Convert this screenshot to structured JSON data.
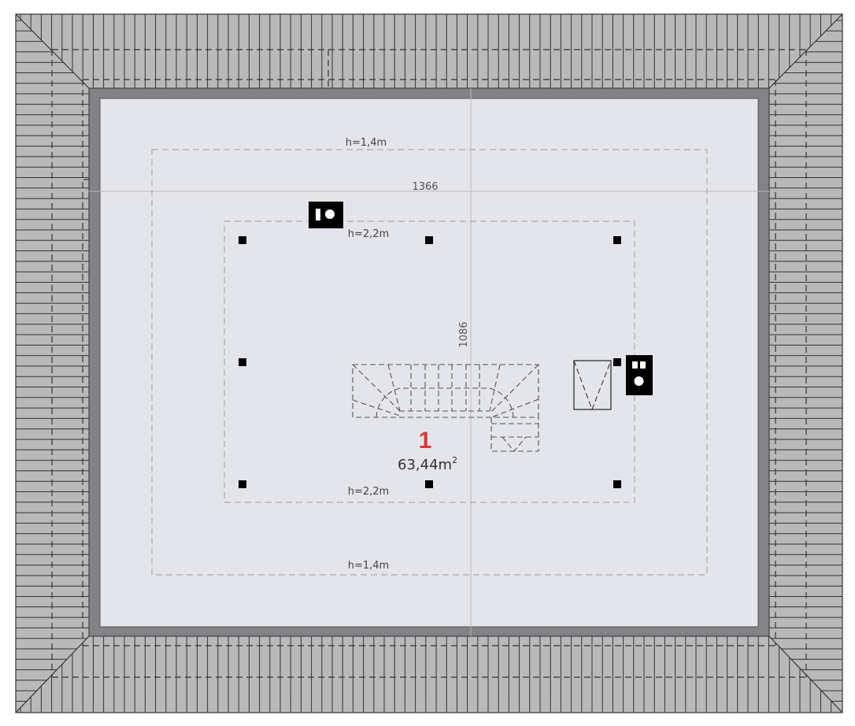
{
  "plan": {
    "dimension_width": "1366",
    "dimension_depth": "1086",
    "height_lines": {
      "outer_top": "h=1,4m",
      "outer_bottom": "h=1,4m",
      "inner_top": "h=2,2m",
      "inner_bottom": "h=2,2m"
    },
    "room": {
      "number": "1",
      "area": "63,44m",
      "area_unit_sup": "2"
    }
  },
  "colors": {
    "roof": "#b9b9b9",
    "wall": "#828287",
    "floor": "#e4e5ea",
    "room_number": "#d9363e"
  }
}
